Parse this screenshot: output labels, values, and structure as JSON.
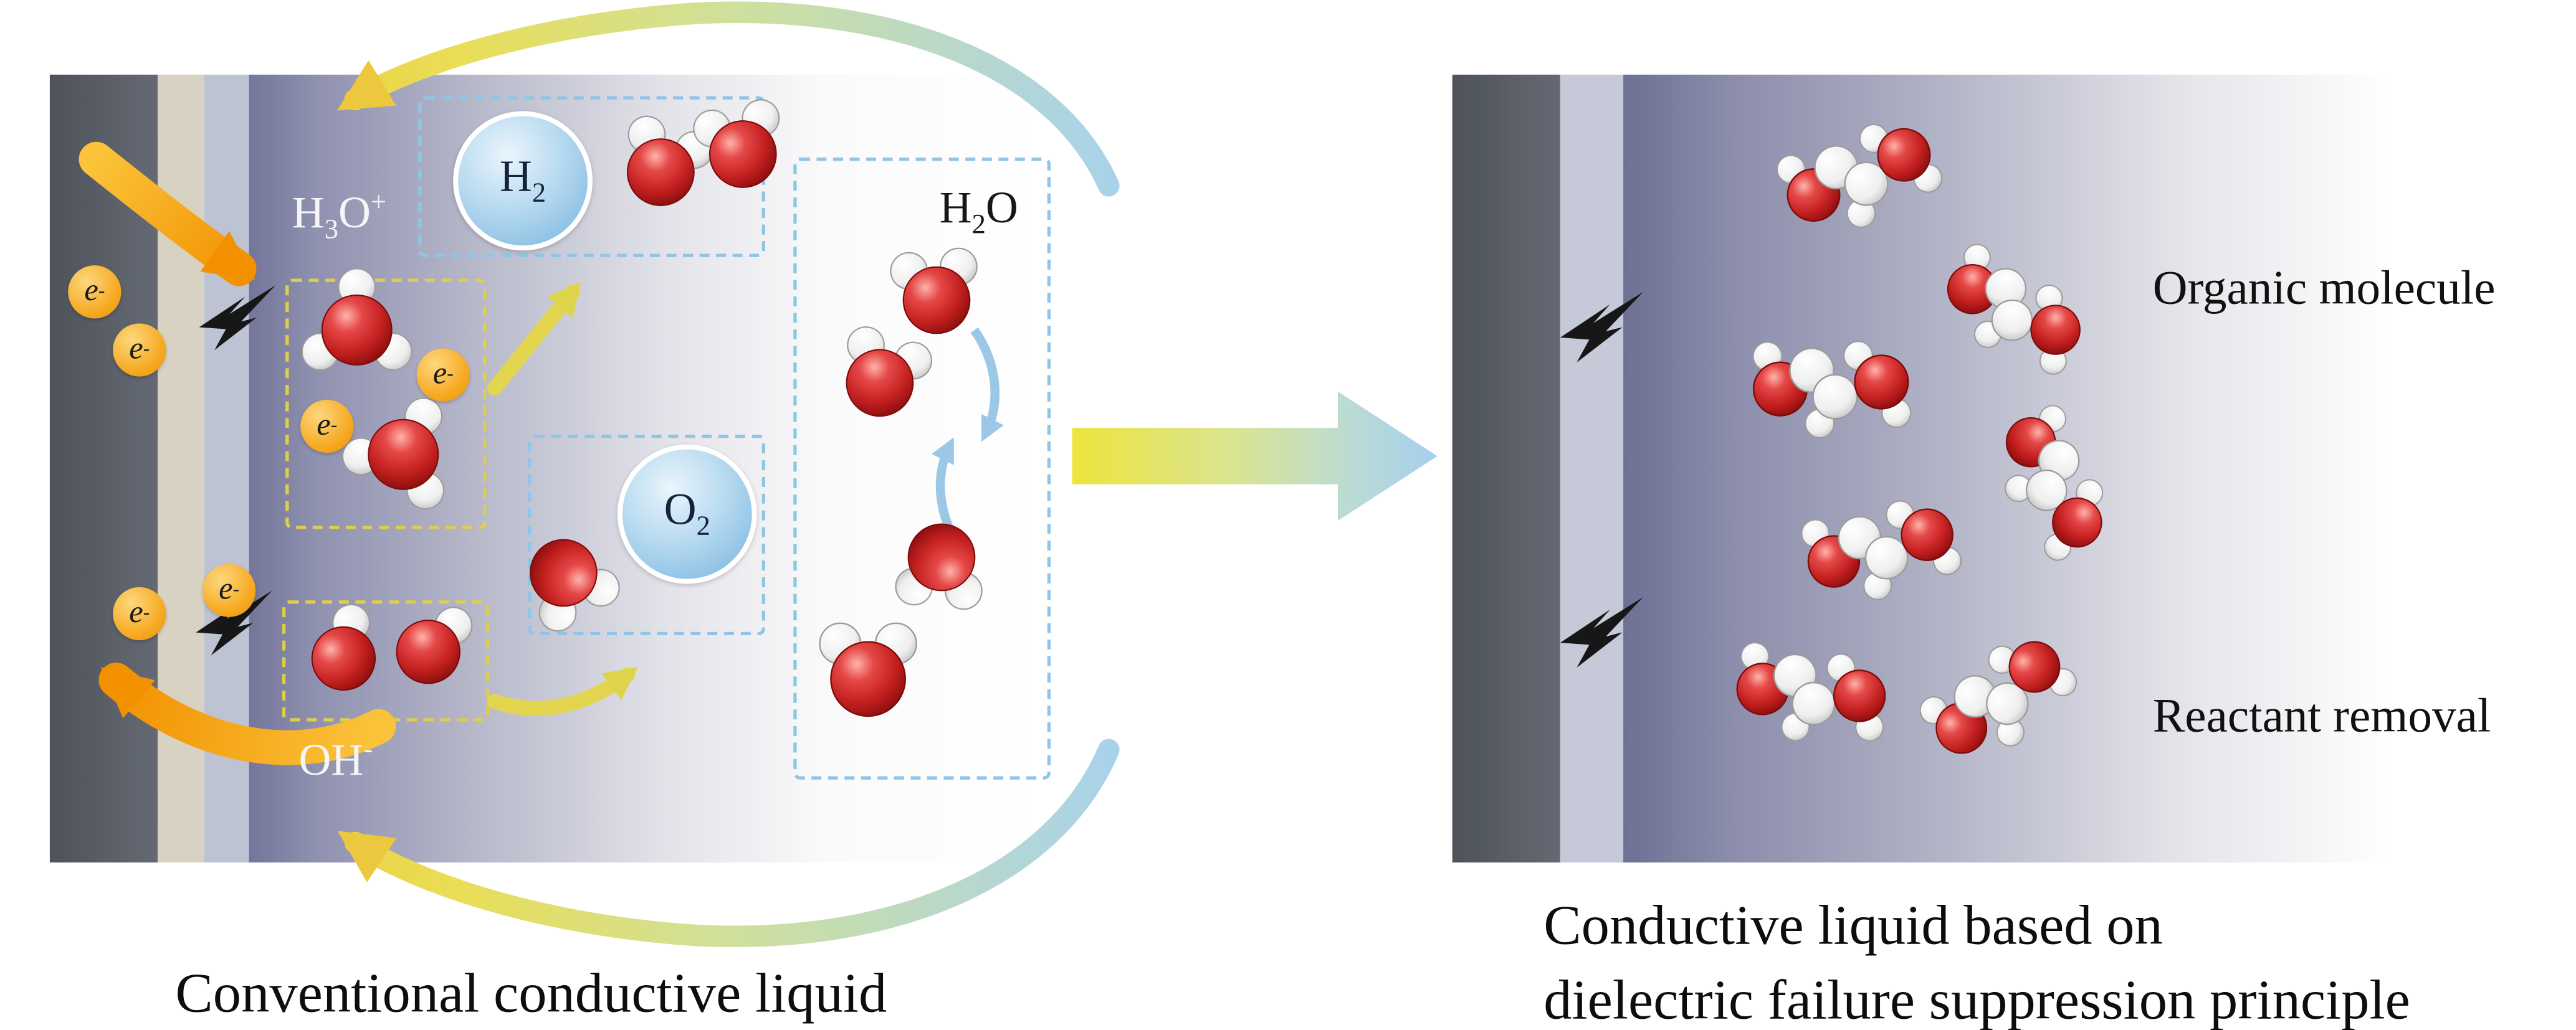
{
  "left_panel": {
    "caption": "Conventional conductive liquid"
  },
  "right_panel": {
    "caption_line1": "Conductive liquid based on",
    "caption_line2": "dielectric failure suppression principle",
    "organic_label": "Organic molecule",
    "reactant_label": "Reactant removal"
  },
  "formulas": {
    "hydronium": {
      "base": "H",
      "sub": "3",
      "tail": "O",
      "sup": "+"
    },
    "hydroxide": {
      "base": "OH",
      "sup": "-"
    },
    "hydrogen": {
      "base": "H",
      "sub": "2"
    },
    "oxygen": {
      "base": "O",
      "sub": "2"
    },
    "water": {
      "base": "H",
      "sub": "2",
      "tail": "O"
    },
    "electron": {
      "base": "e",
      "sup": "-"
    }
  },
  "colors": {
    "electrode_gray": "#585d64",
    "binder_beige": "#d8d2c2",
    "interface_pale": "#bdc3d2",
    "liquid_dark_purple": "#73759a",
    "electron_orange": "#f6a81f",
    "bubble_blue": "#8dc1e5",
    "dashed_yellow": "#ddcf4a",
    "dashed_blue": "#8ec6e6",
    "oxygen_red": "#c31f1f",
    "hydrogen_white": "#efefef",
    "arrow_yellow": "#ede43e",
    "arrow_blue": "#a5cfee",
    "arrow_orange": "#f29000"
  },
  "icons": {
    "lightning-bolt-icon": "black zigzag polygon (dielectric breakdown spark)",
    "transition-arrow-icon": "yellow-to-blue horizontal block arrow",
    "recirculation-arrow-icon": "blue-to-yellow curved stroke arrow",
    "charge-arrow-icon": "orange curved stroke arrow",
    "reaction-arrow-icon": "small yellow curved stroke arrow",
    "equilibrium-arrow-icon": "paired light-blue curved arrows",
    "water-molecule-icon": "red O sphere with two white H spheres",
    "hydronium-molecule-icon": "red O sphere with three white H spheres",
    "hydroxide-molecule-icon": "red O sphere with one white H sphere",
    "organic-molecule-icon": "cluster of red and white spheres"
  }
}
